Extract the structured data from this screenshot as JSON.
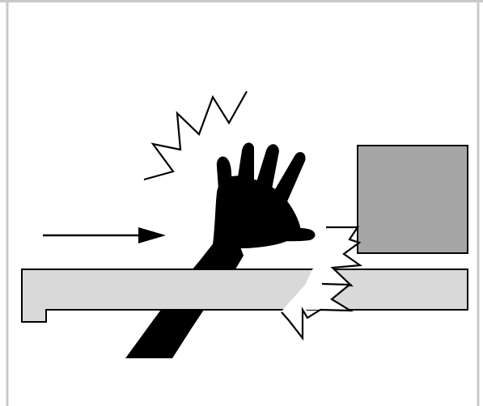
{
  "illustration": {
    "subject": "crush-hazard-pictogram",
    "colors": {
      "frame": "#c8c8c8",
      "background": "#ffffff",
      "hand": "#000000",
      "table": "#d9d9d9",
      "block": "#a6a6a6",
      "outline": "#000000",
      "impact_fill": "#ffffff"
    },
    "icons": [
      "frame-border",
      "direction-arrow-icon",
      "table-slab",
      "moving-block",
      "hand-silhouette-icon",
      "impact-burst-upper-icon",
      "impact-burst-right-icon",
      "impact-burst-lower-icon"
    ]
  }
}
